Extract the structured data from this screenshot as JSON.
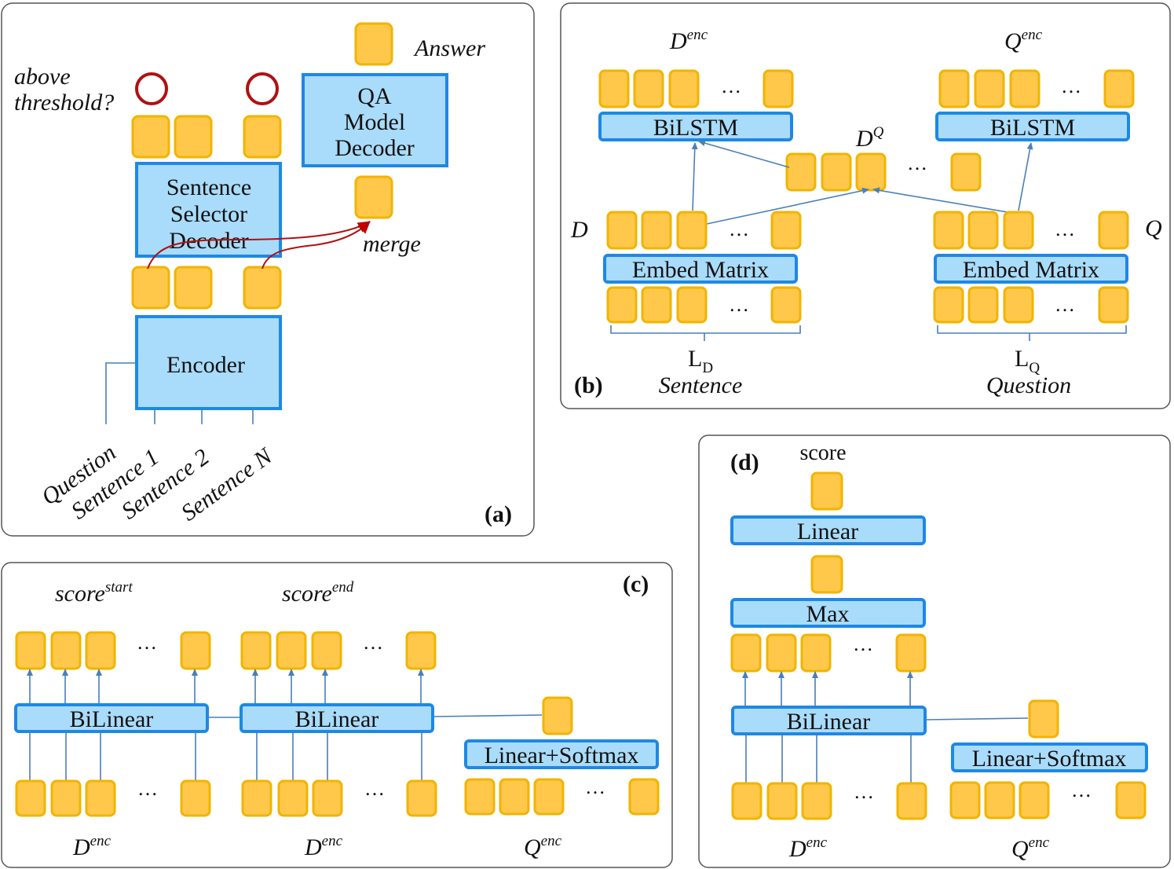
{
  "panel_a": {
    "label": "(a)",
    "above_threshold": [
      "above",
      "threshold?"
    ],
    "qa_decoder": [
      "QA",
      "Model",
      "Decoder"
    ],
    "answer": "Answer",
    "sentence_selector": [
      "Sentence",
      "Selector",
      "Decoder"
    ],
    "merge": "merge",
    "encoder": "Encoder",
    "inputs": [
      "Question",
      "Sentence 1",
      "Sentence 2",
      "Sentence N"
    ]
  },
  "panel_b": {
    "label": "(b)",
    "d_enc": {
      "base": "D",
      "sup": "enc"
    },
    "q_enc": {
      "base": "Q",
      "sup": "enc"
    },
    "dq": {
      "base": "D",
      "sup": "Q"
    },
    "bilstm": "BiLSTM",
    "d": "D",
    "q": "Q",
    "embed_matrix": "Embed Matrix",
    "l_d": {
      "base": "L",
      "sub": "D"
    },
    "l_q": {
      "base": "L",
      "sub": "Q"
    },
    "sentence": "Sentence",
    "question": "Question",
    "ellipsis": "…"
  },
  "panel_c": {
    "label": "(c)",
    "score_start": {
      "base": "score",
      "sup": "start"
    },
    "score_end": {
      "base": "score",
      "sup": "end"
    },
    "bilinear": "BiLinear",
    "linear_softmax": "Linear+Softmax",
    "d_enc": {
      "base": "D",
      "sup": "enc"
    },
    "q_enc": {
      "base": "Q",
      "sup": "enc"
    },
    "ellipsis": "…"
  },
  "panel_d": {
    "label": "(d)",
    "score": "score",
    "linear": "Linear",
    "max": "Max",
    "bilinear": "BiLinear",
    "linear_softmax": "Linear+Softmax",
    "d_enc": {
      "base": "D",
      "sup": "enc"
    },
    "q_enc": {
      "base": "Q",
      "sup": "enc"
    },
    "ellipsis": "…"
  },
  "colors": {
    "token_fill": "#ffc84a",
    "token_stroke": "#f2b400",
    "box_fill": "#a9dcfb",
    "box_stroke": "#1e88e5",
    "arrow": "#4a7fb8",
    "threshold_red": "#b01010"
  }
}
